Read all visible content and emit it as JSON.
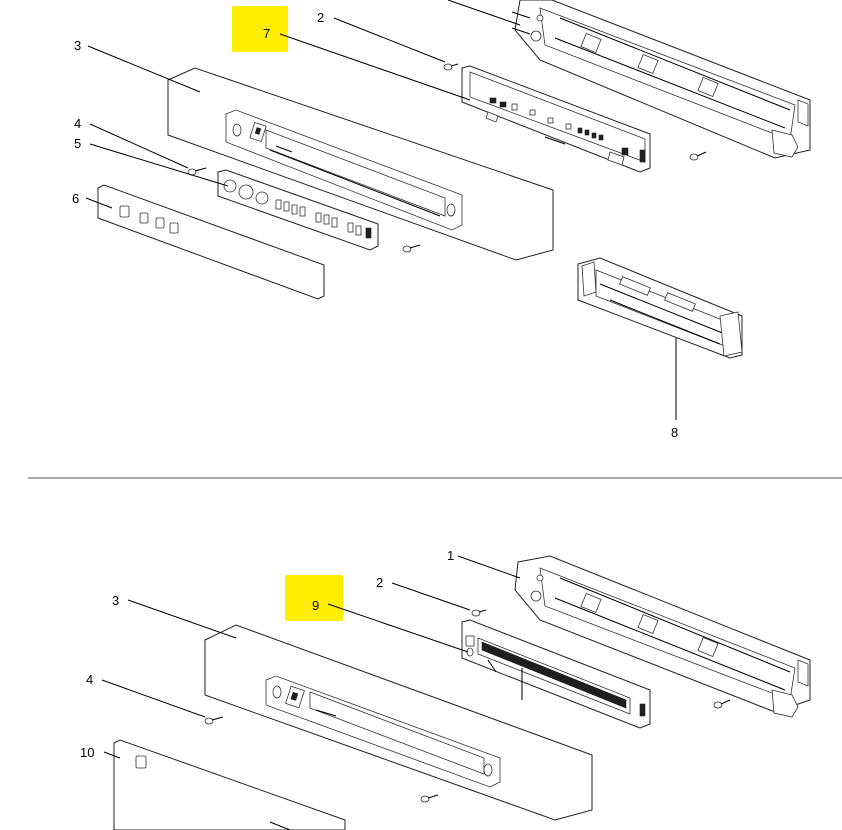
{
  "upper_assembly": {
    "callouts": [
      "2",
      "7",
      "3",
      "4",
      "5",
      "6",
      "8"
    ],
    "highlight_label": "7"
  },
  "lower_assembly": {
    "callouts": [
      "1",
      "2",
      "9",
      "3",
      "4",
      "10"
    ],
    "highlight_label": "9"
  },
  "colors": {
    "highlight": "#ffee00",
    "linework": "#000000",
    "divider": "#555555"
  }
}
